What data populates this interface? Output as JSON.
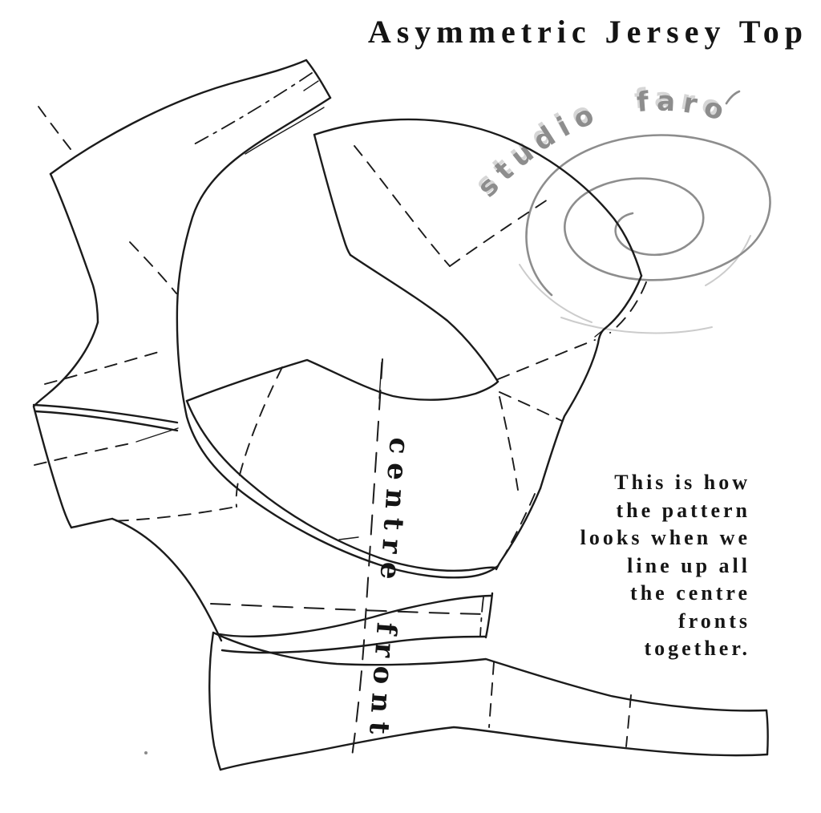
{
  "title": "Asymmetric Jersey Top",
  "logo": {
    "text": "studio faro",
    "color": "#8d8d8d"
  },
  "annotation": {
    "lines": [
      "This is how",
      "the pattern",
      "looks when we",
      "line up all",
      "the centre",
      "fronts",
      "together."
    ]
  },
  "cf_label": "centre front",
  "drawing": {
    "description": "Hand-drawn sewing pattern pieces overlapped with centre fronts aligned",
    "line_styles": [
      "solid ink outline",
      "dashed grain/seam lines",
      "dash-dot fold lines"
    ]
  },
  "colors": {
    "ink": "#1b1b1b",
    "paper": "#ffffff",
    "pencil": "#8d8d8d",
    "pencil_light": "#cccccc"
  }
}
